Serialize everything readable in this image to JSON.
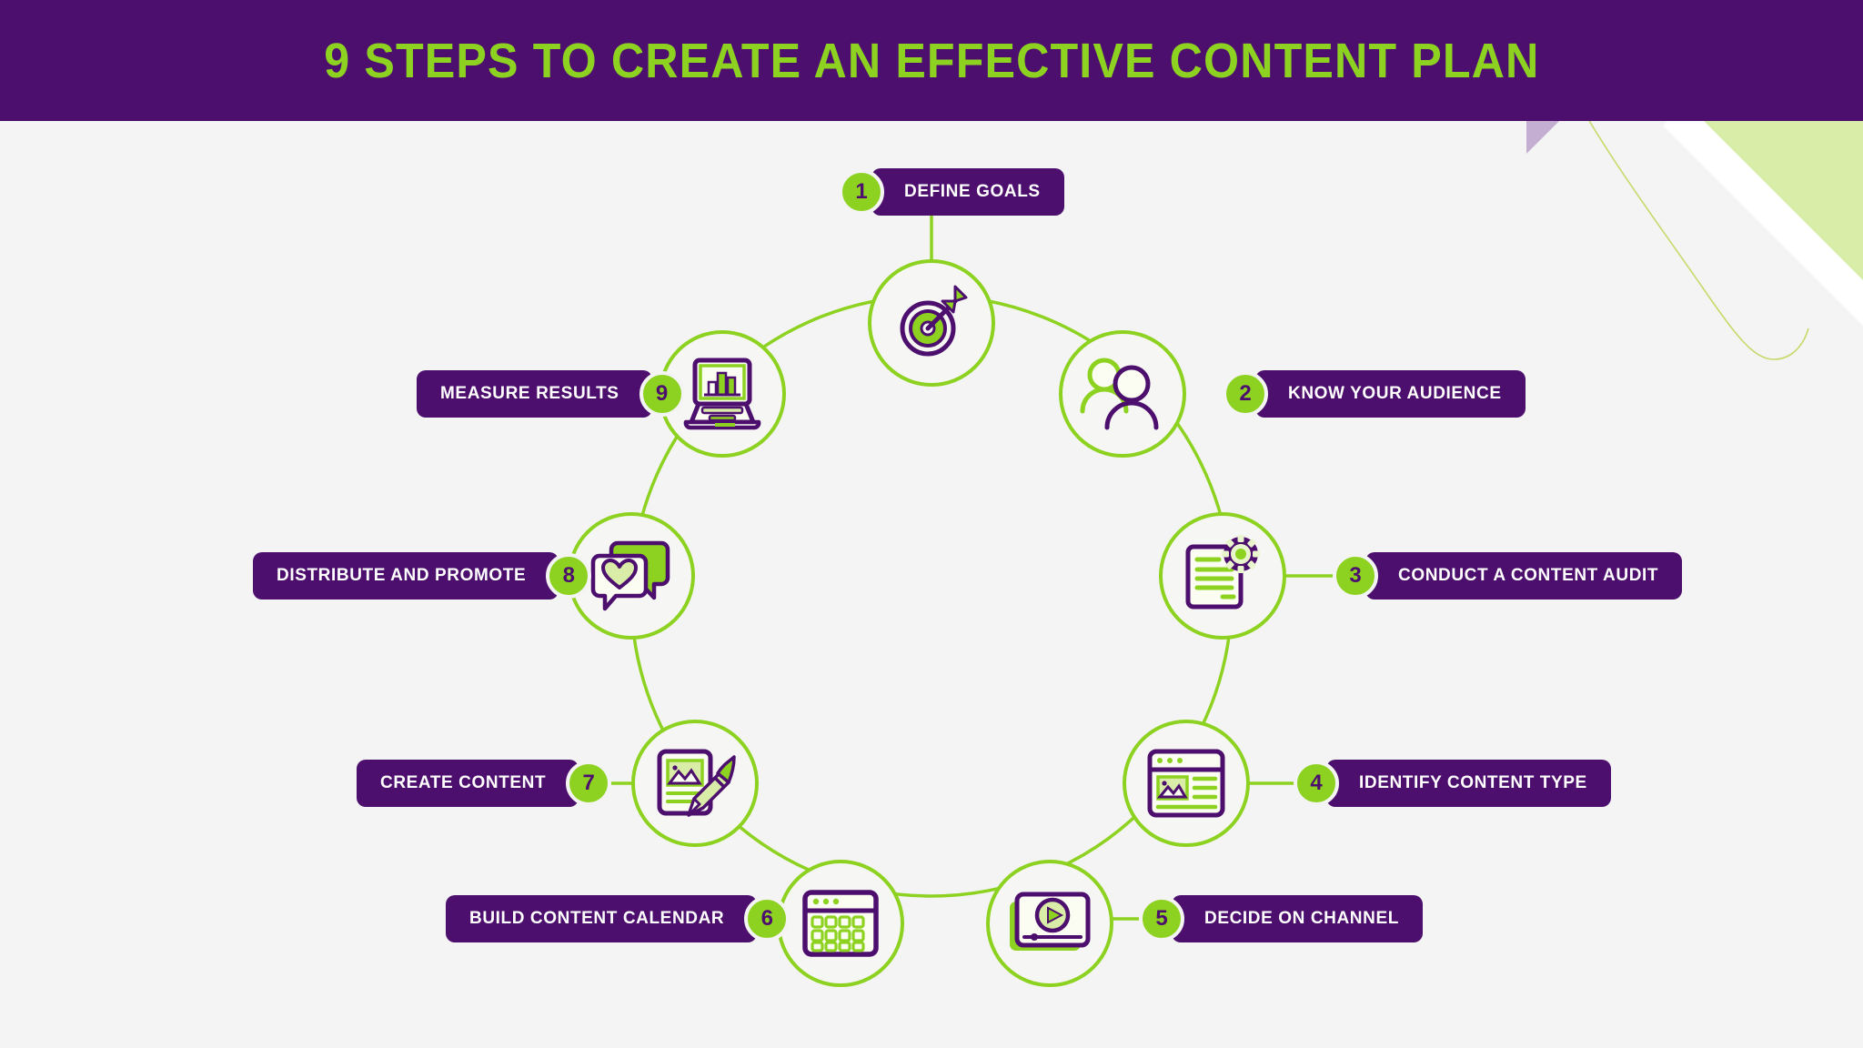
{
  "header": {
    "title": "9 STEPS TO CREATE AN EFFECTIVE CONTENT PLAN",
    "bg_color": "#4d0f6e",
    "title_color": "#8ed221"
  },
  "theme": {
    "purple": "#4d0f6e",
    "green": "#8ed221",
    "light_green": "#d9eda8",
    "page_bg": "#f4f4f4",
    "node_fill": "#f6f6f4",
    "deco_purple": "#c4aed2",
    "deco_green": "#d9eda8"
  },
  "steps": [
    {
      "number": "1",
      "label": "DEFINE GOALS",
      "icon": "target-icon",
      "side": "right"
    },
    {
      "number": "2",
      "label": "KNOW YOUR AUDIENCE",
      "icon": "audience-icon",
      "side": "right"
    },
    {
      "number": "3",
      "label": "CONDUCT A CONTENT AUDIT",
      "icon": "document-gear-icon",
      "side": "right"
    },
    {
      "number": "4",
      "label": "IDENTIFY CONTENT TYPE",
      "icon": "browser-media-icon",
      "side": "right"
    },
    {
      "number": "5",
      "label": "DECIDE ON CHANNEL",
      "icon": "video-player-icon",
      "side": "right"
    },
    {
      "number": "6",
      "label": "BUILD CONTENT CALENDAR",
      "icon": "calendar-icon",
      "side": "left"
    },
    {
      "number": "7",
      "label": "CREATE CONTENT",
      "icon": "design-brush-icon",
      "side": "left"
    },
    {
      "number": "8",
      "label": "DISTRIBUTE AND PROMOTE",
      "icon": "chat-heart-icon",
      "side": "left"
    },
    {
      "number": "9",
      "label": "MEASURE RESULTS",
      "icon": "laptop-chart-icon",
      "side": "left"
    }
  ]
}
